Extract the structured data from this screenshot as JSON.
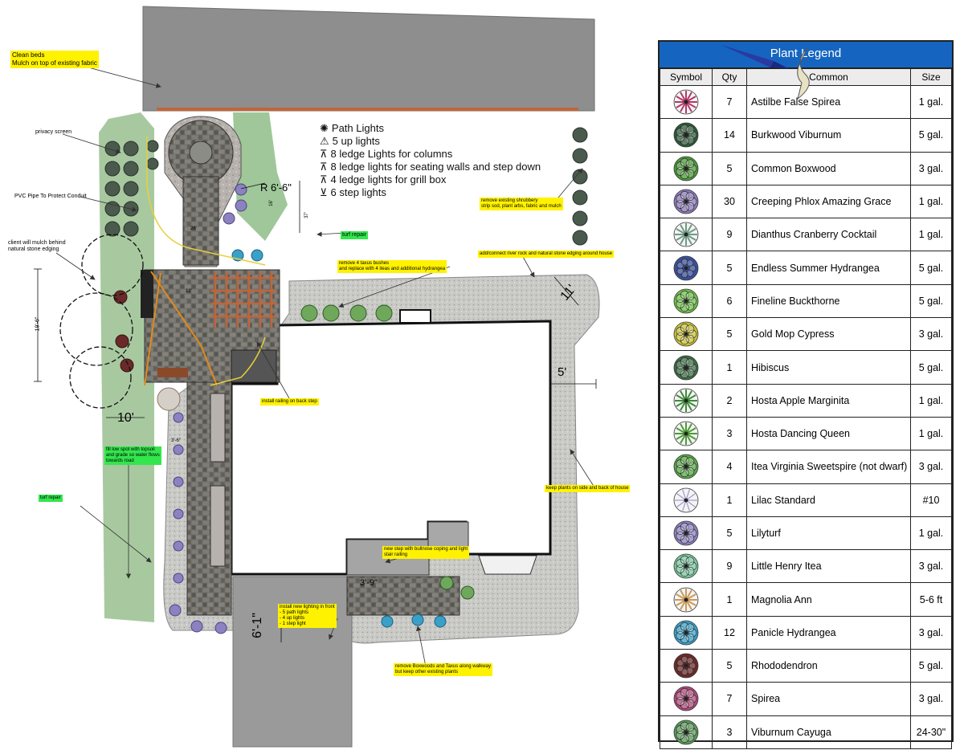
{
  "notes": {
    "clean_beds": [
      "Clean beds",
      "Mulch on top of existing fabric"
    ],
    "privacy_screen": "privacy screen",
    "pvc_pipe": "PVC Pipe To Protect Conduit",
    "client_mulch": [
      "client will mulch behind",
      "natural stone edging"
    ],
    "remove_shrubbery": [
      "remove existing shrubbery",
      "strip sod, plant arbs, fabric and mulch"
    ],
    "turf_repair_top": "turf repair",
    "remove_taxus": [
      "remove 4 taxus bushes",
      "and replace with 4 iteas and additional hydrangea"
    ],
    "add_river_rock": "add/connect river rock and natural stone edging around house",
    "install_railing": "install railing on back step",
    "fill_low_spot": [
      "fill low spot with topsoil",
      "and grade so water flows",
      "towards road"
    ],
    "turf_repair_bottom": "turf repair",
    "keep_plants": "keep plants on side and back of house",
    "new_step": [
      "new step with bullnose coping and light",
      "stair railing"
    ],
    "install_lighting": [
      "install new lighting in front",
      "- 5 path lights",
      "- 4 up lights",
      "- 1 step light"
    ],
    "remove_boxwoods": [
      "remove Boxwoods and Taxus along walkway",
      "but keep other existing plants"
    ]
  },
  "lighting_key": [
    {
      "icon": "path-light-icon",
      "text": "Path Lights"
    },
    {
      "icon": "up-light-icon",
      "text": "5 up lights"
    },
    {
      "icon": "ledge-light-icon",
      "text": "8 ledge Lights for columns"
    },
    {
      "icon": "ledge-light-icon",
      "text": "8 ledge lights for seating walls and step down"
    },
    {
      "icon": "ledge-light-icon",
      "text": "4 ledge lights for grill box"
    },
    {
      "icon": "step-light-icon",
      "text": "6 step lights"
    }
  ],
  "dimensions": {
    "radius": "R 6'-6\"",
    "eleven": "11'",
    "five": "5'",
    "ten": "10'",
    "six_one": "6'-1\"",
    "thirty_seven": "37'",
    "nineteen_six": "19'-6\"",
    "twelve": "12'",
    "sixteen": "16'",
    "twenty_six": "26'",
    "three_six": "3'-6\"",
    "three_nine": "3'-9\""
  },
  "legend": {
    "title": "Plant Legend",
    "headers": {
      "symbol": "Symbol",
      "qty": "Qty",
      "common": "Common",
      "size": "Size"
    },
    "rows": [
      {
        "qty": "7",
        "common": "Astilbe False Spirea",
        "size": "1 gal.",
        "color": "#b03a6a",
        "shape": "star"
      },
      {
        "qty": "14",
        "common": "Burkwood Viburnum",
        "size": "5 gal.",
        "color": "#2f5a3a",
        "shape": "round"
      },
      {
        "qty": "5",
        "common": "Common Boxwood",
        "size": "3 gal.",
        "color": "#4d9a3a",
        "shape": "round"
      },
      {
        "qty": "30",
        "common": "Creeping Phlox Amazing Grace",
        "size": "1 gal.",
        "color": "#8c7ab8",
        "shape": "flower"
      },
      {
        "qty": "9",
        "common": "Dianthus Cranberry Cocktail",
        "size": "1 gal.",
        "color": "#6f9a86",
        "shape": "star"
      },
      {
        "qty": "5",
        "common": "Endless Summer Hydrangea",
        "size": "5 gal.",
        "color": "#3a4f9a",
        "shape": "cluster"
      },
      {
        "qty": "6",
        "common": "Fineline Buckthorne",
        "size": "5 gal.",
        "color": "#6fbf4a",
        "shape": "round"
      },
      {
        "qty": "5",
        "common": "Gold Mop Cypress",
        "size": "3 gal.",
        "color": "#c9c23a",
        "shape": "swirl"
      },
      {
        "qty": "1",
        "common": "Hibiscus",
        "size": "5 gal.",
        "color": "#3d6e45",
        "shape": "round"
      },
      {
        "qty": "2",
        "common": "Hosta Apple Marginita",
        "size": "1 gal.",
        "color": "#3f8a3a",
        "shape": "star"
      },
      {
        "qty": "3",
        "common": "Hosta Dancing Queen",
        "size": "1 gal.",
        "color": "#4f9a3a",
        "shape": "star"
      },
      {
        "qty": "4",
        "common": "Itea Virginia Sweetspire (not dwarf)",
        "size": "3 gal.",
        "color": "#5aa84a",
        "shape": "round"
      },
      {
        "qty": "1",
        "common": "Lilac Standard",
        "size": "#10",
        "color": "#a098c8",
        "shape": "wheel"
      },
      {
        "qty": "5",
        "common": "Lilyturf",
        "size": "1 gal.",
        "color": "#8d82c0",
        "shape": "flower"
      },
      {
        "qty": "9",
        "common": "Little Henry Itea",
        "size": "3 gal.",
        "color": "#7cc7a0",
        "shape": "swirl"
      },
      {
        "qty": "1",
        "common": "Magnolia Ann",
        "size": "5-6 ft",
        "color": "#c89a5a",
        "shape": "star"
      },
      {
        "qty": "12",
        "common": "Panicle Hydrangea",
        "size": "3 gal.",
        "color": "#3aa0c8",
        "shape": "flower"
      },
      {
        "qty": "5",
        "common": "Rhododendron",
        "size": "5 gal.",
        "color": "#6a2a2a",
        "shape": "cluster"
      },
      {
        "qty": "7",
        "common": "Spirea",
        "size": "3 gal.",
        "color": "#b04a7a",
        "shape": "flower"
      },
      {
        "qty": "3",
        "common": "Viburnum Cayuga",
        "size": "24-30\"",
        "color": "#5a9a5a",
        "shape": "swirl"
      }
    ]
  }
}
